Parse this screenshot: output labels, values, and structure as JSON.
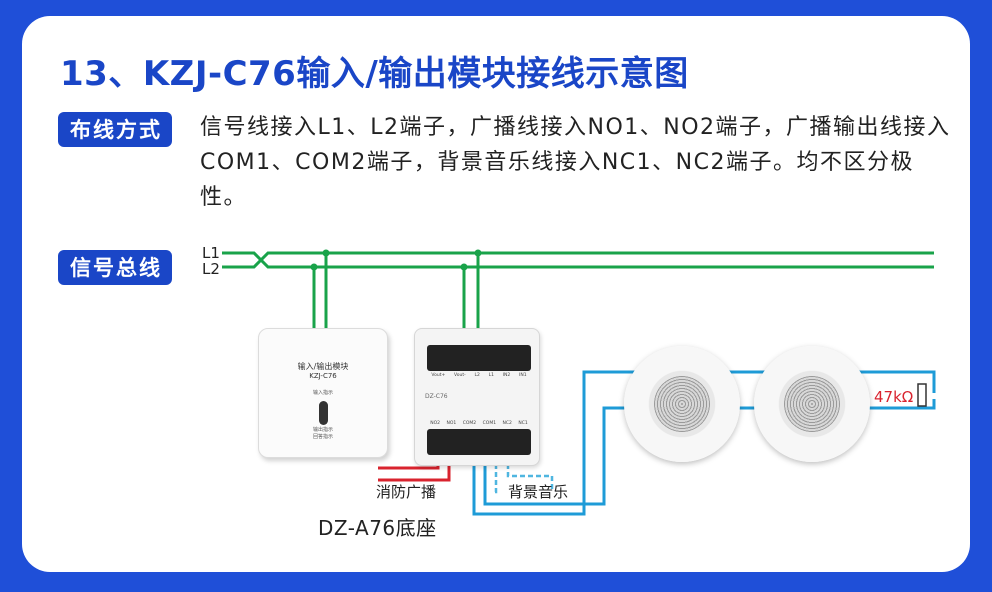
{
  "title": "13、KZJ-C76输入/输出模块接线示意图",
  "wiring": {
    "tag": "布线方式",
    "description": "信号线接入L1、L2端子，广播线接入NO1、NO2端子，广播输出线接入COM1、COM2端子，背景音乐线接入NC1、NC2端子。均不区分极性。"
  },
  "bus": {
    "tag": "信号总线",
    "line1": "L1",
    "line2": "L2"
  },
  "module": {
    "title": "输入/输出模块",
    "model": "KZJ-C76",
    "indicator1": "输入指示",
    "indicator2": "输出指示\n回答指示",
    "icon": "module-status-led-icon"
  },
  "base": {
    "model_small": "DZ-C76",
    "name": "DZ-A76底座",
    "top_terminals": [
      "Vout+",
      "Vout-",
      "L2",
      "L1",
      "IN2",
      "IN1"
    ],
    "bottom_terminals": [
      "NO2",
      "NO1",
      "COM2",
      "COM1",
      "NC2",
      "NC1"
    ]
  },
  "labels": {
    "fire_broadcast": "消防广播",
    "background_music": "背景音乐",
    "resistor": "47kΩ"
  },
  "colors": {
    "background": "#1f4fd8",
    "accent": "#1a46c7",
    "bus_line": "#19a34a",
    "broadcast_line": "#d9232e",
    "speaker_line": "#1e9bd7",
    "resistor_label": "#d9232e"
  },
  "icons": [
    "speaker-icon",
    "speaker-icon",
    "resistor-icon",
    "terminal-block-icon"
  ]
}
